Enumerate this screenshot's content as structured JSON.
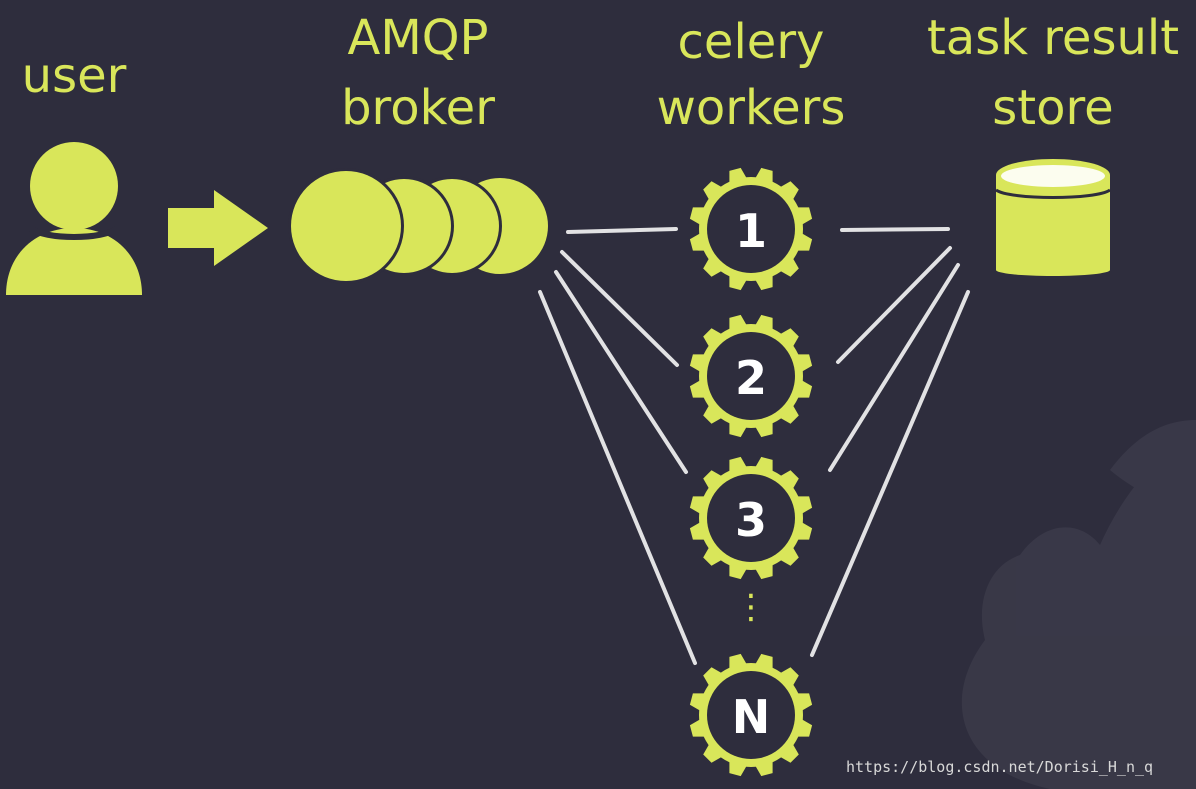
{
  "colors": {
    "background": "#2e2d3d",
    "accent": "#d9e65a",
    "connector": "#f2f2f2",
    "gear_number": "#ffffff"
  },
  "nodes": {
    "user": {
      "label": "user",
      "icon": "user-icon"
    },
    "broker": {
      "label_line1": "AMQP",
      "label_line2": "broker",
      "icon": "queue-icon"
    },
    "workers": {
      "label_line1": "celery",
      "label_line2": "workers",
      "icon": "gear-icon",
      "items": [
        "1",
        "2",
        "3",
        "N"
      ],
      "ellipsis": "⋮"
    },
    "result_store": {
      "label_line1": "task result",
      "label_line2": "store",
      "icon": "database-icon"
    }
  },
  "edges": [
    {
      "from": "user",
      "to": "broker",
      "style": "arrow"
    },
    {
      "from": "broker",
      "to": "worker-1"
    },
    {
      "from": "broker",
      "to": "worker-2"
    },
    {
      "from": "broker",
      "to": "worker-3"
    },
    {
      "from": "broker",
      "to": "worker-N"
    },
    {
      "from": "worker-1",
      "to": "result_store"
    },
    {
      "from": "worker-2",
      "to": "result_store"
    },
    {
      "from": "worker-3",
      "to": "result_store"
    },
    {
      "from": "worker-N",
      "to": "result_store"
    }
  ],
  "watermark": "https://blog.csdn.net/Dorisi_H_n_q"
}
